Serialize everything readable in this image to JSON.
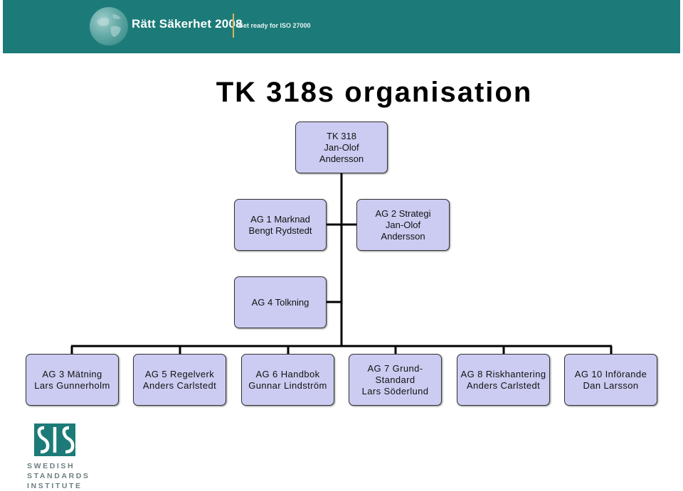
{
  "banner": {
    "title": "Rätt Säkerhet 2008",
    "tagline": "Get ready for ISO 27000"
  },
  "page_title": "TK 318s organisation",
  "org": {
    "root": {
      "lines": [
        "TK 318",
        "Jan-Olof",
        "Andersson"
      ]
    },
    "ag1": {
      "lines": [
        "AG 1 Marknad",
        "Bengt Rydstedt"
      ]
    },
    "ag2": {
      "lines": [
        "AG 2 Strategi",
        "Jan-Olof",
        "Andersson"
      ]
    },
    "ag4": {
      "lines": [
        "AG 4 Tolkning"
      ]
    },
    "ag3": {
      "lines": [
        "AG 3 Mätning",
        "Lars Gunnerholm"
      ]
    },
    "ag5": {
      "lines": [
        "AG 5 Regelverk",
        "Anders Carlstedt"
      ]
    },
    "ag6": {
      "lines": [
        "AG 6 Handbok",
        "Gunnar Lindström"
      ]
    },
    "ag7": {
      "lines": [
        "AG 7 Grund-",
        "Standard",
        "Lars Söderlund"
      ]
    },
    "ag8": {
      "lines": [
        "AG 8 Riskhantering",
        "Anders Carlstedt"
      ]
    },
    "ag10": {
      "lines": [
        "AG 10 Införande",
        "Dan Larsson"
      ]
    }
  },
  "footer_logo": {
    "mark": "SIS",
    "lines": [
      "SWEDISH",
      "STANDARDS",
      "INSTITUTE"
    ]
  },
  "colors": {
    "banner": "#1c7b78",
    "box_fill": "#ccccf2",
    "line": "#000000"
  }
}
